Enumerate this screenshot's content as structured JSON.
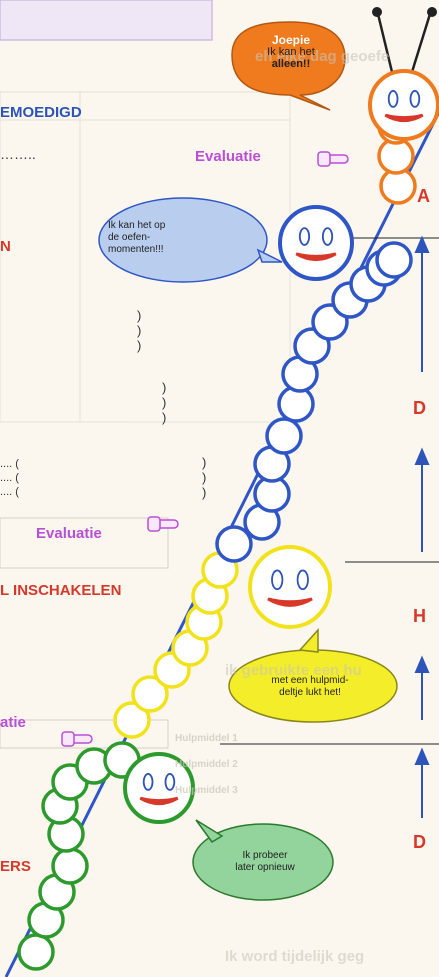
{
  "bubbles": {
    "top": {
      "line1": "Joepie",
      "line2": "Ik kan het",
      "line3": "alleen!!"
    },
    "blue": {
      "text_lines": [
        "Ik kan het op",
        "de oefen-",
        "momenten!!!"
      ]
    },
    "yellow": {
      "text_lines": [
        "met een hulpmid-",
        "deltje lukt het!"
      ]
    },
    "green": {
      "text_lines": [
        "Ik probeer",
        "later opnieuw"
      ]
    }
  },
  "labels": {
    "evaluatie_1": "Evaluatie",
    "evaluatie_2": "Evaluatie",
    "evaluatie_3": "atie",
    "aangemoedigd": "EMOEDIGD",
    "n_heading": "N",
    "inschakelen": "L INSCHAKELEN",
    "ers": "ERS",
    "dots": "……..",
    "paren_lines": [
      ".... (",
      ".... (",
      ".... ("
    ],
    "faded_top": "eh elke dag geoefe",
    "faded_mid": "ik gebruikte een hu",
    "faded_bottom": "Ik word tijdelijk geg",
    "faded_hulpmiddel": [
      "Hulpmiddel 1",
      "Hulpmiddel 2",
      "Hulpmiddel 3"
    ]
  },
  "side_letters": {
    "A": "A",
    "D1": "D",
    "H": "H",
    "D2": "D"
  },
  "colors": {
    "orange": "#f07a1e",
    "blue": "#2f56c6",
    "yellow": "#f2e21a",
    "green": "#2c9a2c",
    "face_fill": "#fde8cf",
    "mouth": "#d8382a",
    "bubble_orange": "#f07a1e",
    "bubble_blue": "#b9cdee",
    "bubble_yellow": "#f4ee2a",
    "bubble_green": "#93d39c",
    "purple": "#b94fd6",
    "arrow": "#2d54b8"
  },
  "icons": [
    "pointing-hand-icon",
    "antenna-icon",
    "arrow-up-icon"
  ]
}
